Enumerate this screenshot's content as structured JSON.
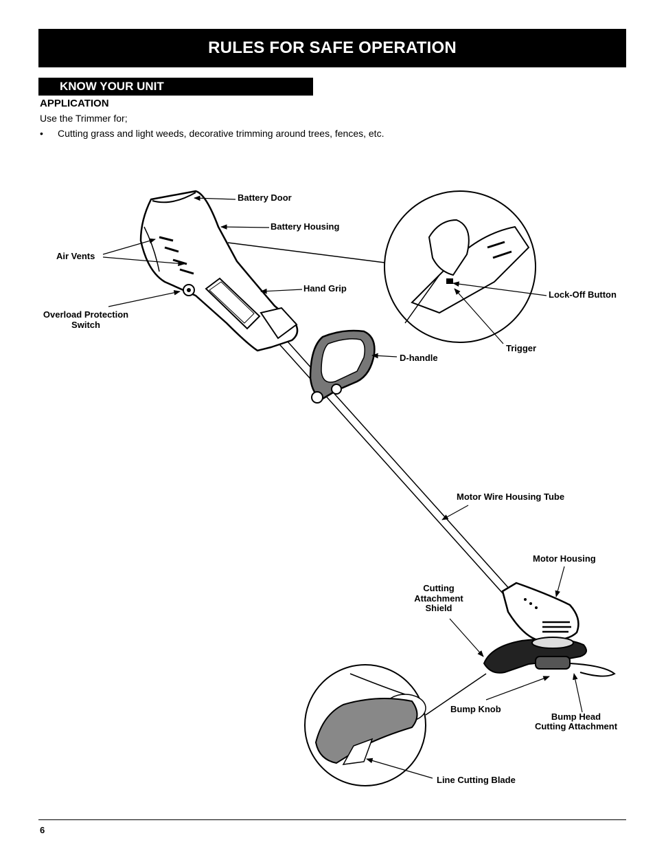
{
  "title": "RULES FOR SAFE OPERATION",
  "section": "KNOW YOUR UNIT",
  "application": {
    "heading": "APPLICATION",
    "intro": "Use the Trimmer for;",
    "bullet_symbol": "•",
    "bullet": "Cutting grass and light weeds, decorative trimming around trees, fences, etc."
  },
  "labels": {
    "battery_door": "Battery Door",
    "battery_housing": "Battery Housing",
    "air_vents": "Air Vents",
    "hand_grip": "Hand Grip",
    "overload_1": "Overload Protection",
    "overload_2": "Switch",
    "lock_off": "Lock-Off Button",
    "trigger": "Trigger",
    "d_handle": "D-handle",
    "motor_wire_tube": "Motor Wire Housing Tube",
    "motor_housing": "Motor Housing",
    "shield_1": "Cutting",
    "shield_2": "Attachment",
    "shield_3": "Shield",
    "bump_knob": "Bump Knob",
    "bump_head_1": "Bump Head",
    "bump_head_2": "Cutting Attachment",
    "line_blade": "Line Cutting Blade"
  },
  "page_number": "6"
}
